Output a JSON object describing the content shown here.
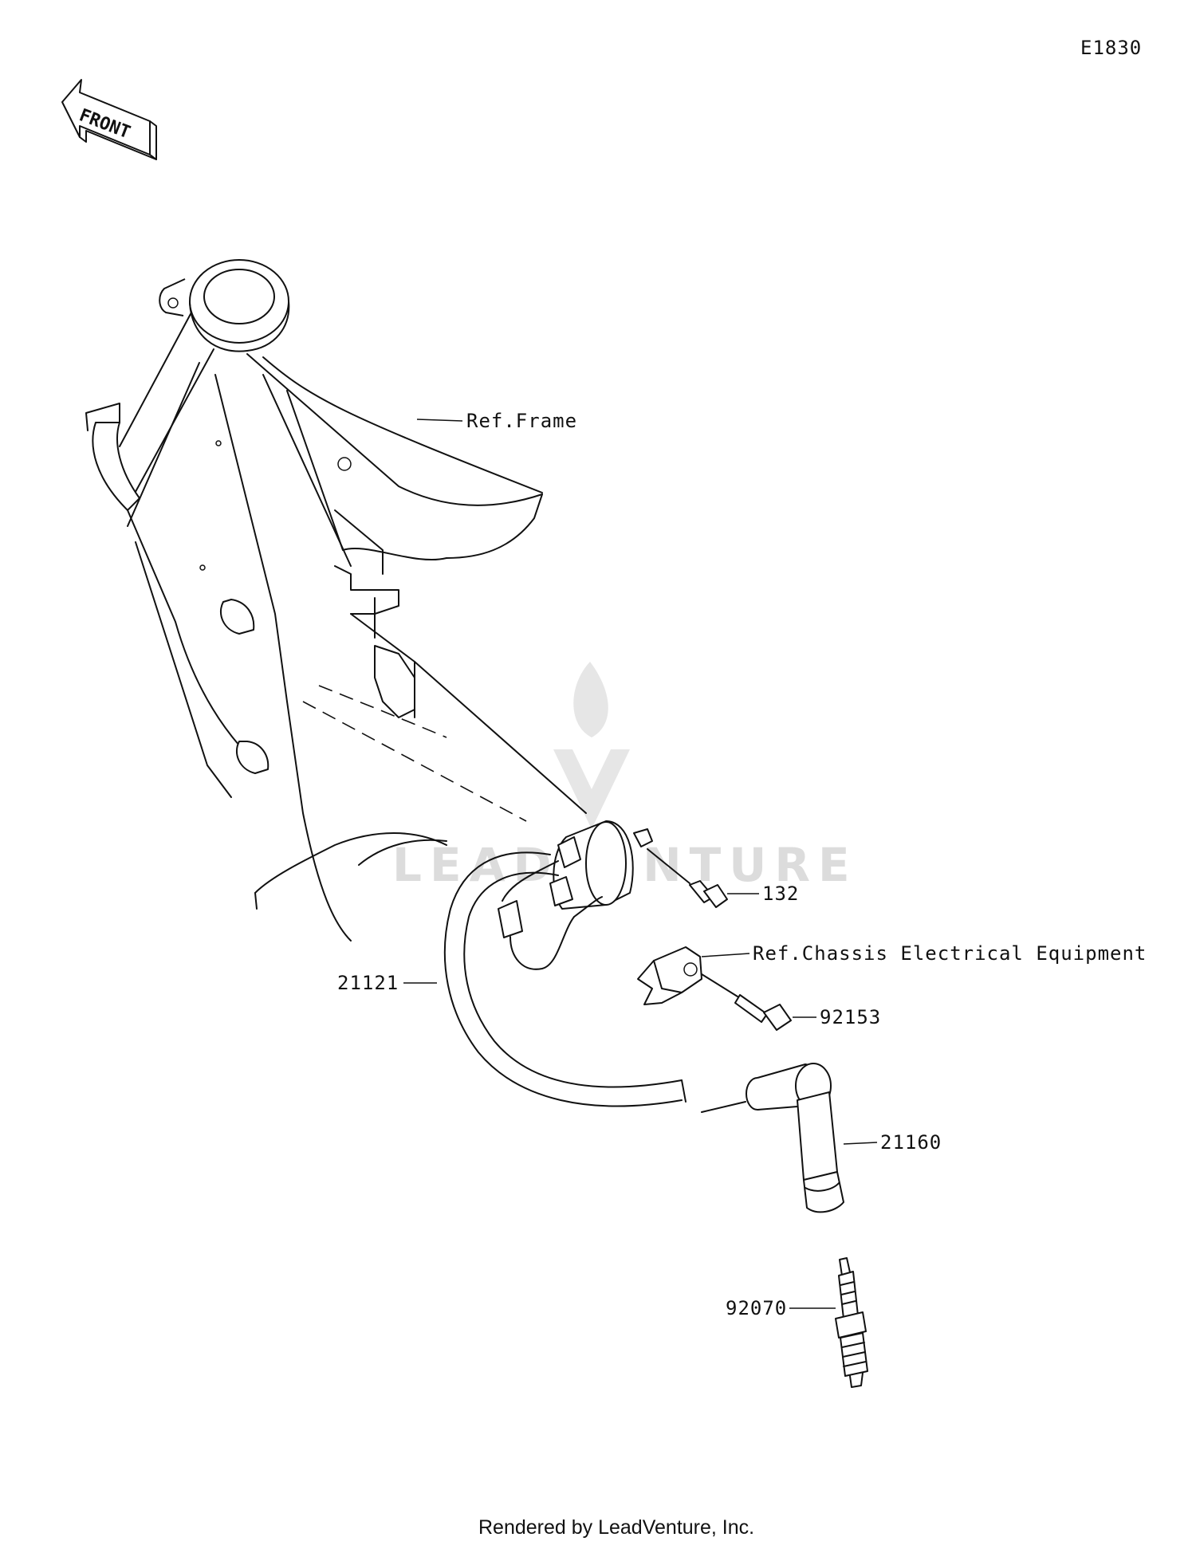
{
  "diagram_code": "E1830",
  "front_label": "FRONT",
  "watermark": "LEADVENTURE",
  "footer": "Rendered by LeadVenture, Inc.",
  "callouts": {
    "ref_frame": "Ref.Frame",
    "bolt_132": "132",
    "ref_chassis": "Ref.Chassis Electrical Equipment",
    "coil_21121": "21121",
    "bolt_92153": "92153",
    "cap_21160": "21160",
    "plug_92070": "92070"
  }
}
